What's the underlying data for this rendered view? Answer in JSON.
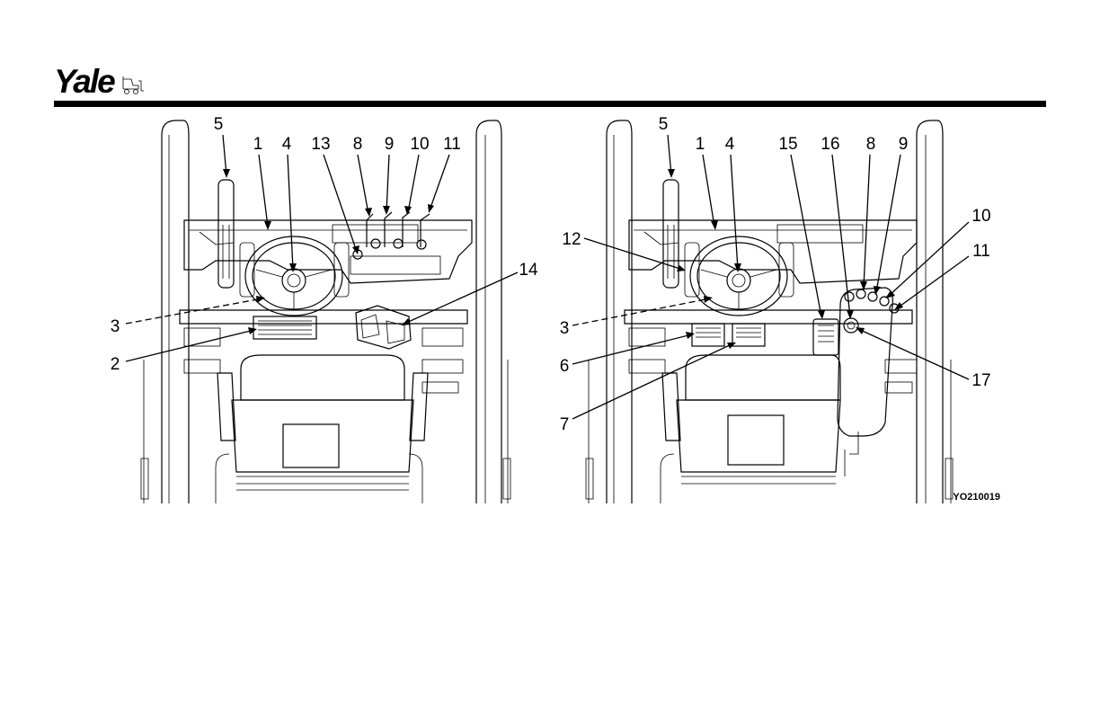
{
  "header": {
    "brand": "Yale"
  },
  "figure_left": {
    "callouts": [
      "5",
      "1",
      "4",
      "13",
      "8",
      "9",
      "10",
      "11",
      "14",
      "3",
      "2"
    ]
  },
  "figure_right": {
    "callouts": [
      "5",
      "1",
      "4",
      "15",
      "16",
      "8",
      "9",
      "10",
      "11",
      "12",
      "3",
      "6",
      "17",
      "7"
    ],
    "figure_id": "YO210019"
  }
}
